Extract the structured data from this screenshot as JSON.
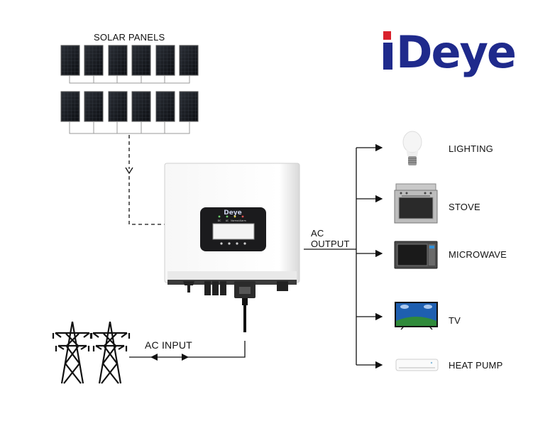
{
  "brand": {
    "name": "Deye",
    "color": "#1f2a8c",
    "accent": "#d9212c"
  },
  "labels": {
    "solar_panels": "SOLAR PANELS",
    "ac_input": "AC INPUT",
    "ac_output_line1": "AC",
    "ac_output_line2": "OUTPUT"
  },
  "inverter": {
    "indicators": [
      "DC",
      "AC",
      "Normal",
      "Alarm"
    ],
    "display_logo": "Deye"
  },
  "loads": [
    {
      "name": "LIGHTING",
      "icon": "light-bulb-icon"
    },
    {
      "name": "STOVE",
      "icon": "stove-icon"
    },
    {
      "name": "MICROWAVE",
      "icon": "microwave-icon"
    },
    {
      "name": "TV",
      "icon": "tv-icon"
    },
    {
      "name": "HEAT PUMP",
      "icon": "heat-pump-icon"
    }
  ],
  "grid_icon": "transmission-tower-icon",
  "panel_icon": "solar-panel-icon"
}
